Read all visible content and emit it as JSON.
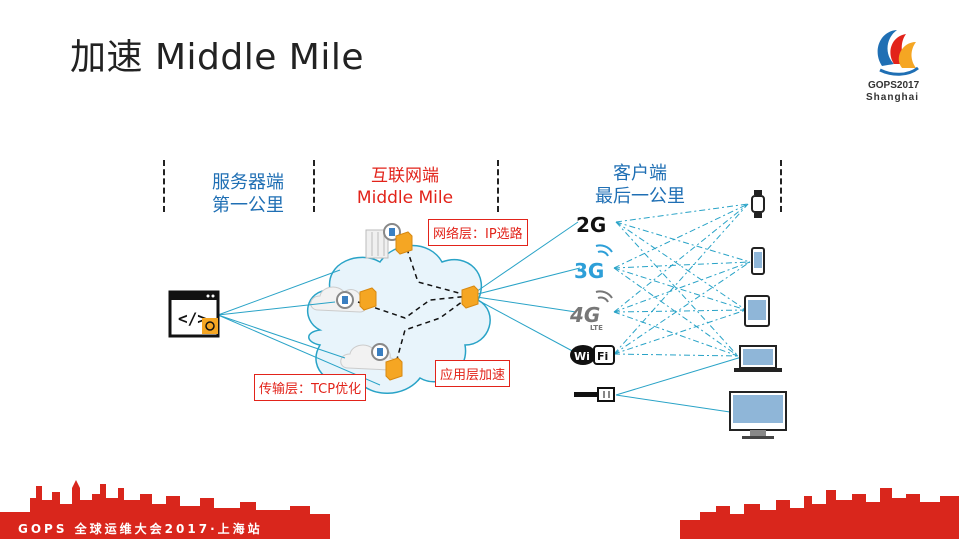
{
  "title": "加速 Middle Mile",
  "logo": {
    "line1": "GOPS2017",
    "line2": "Shanghai"
  },
  "sections": {
    "server": {
      "line1": "服务器端",
      "line2": "第一公里"
    },
    "internet": {
      "line1": "互联网端",
      "line2": "Middle Mile"
    },
    "client": {
      "line1": "客户端",
      "line2": "最后一公里"
    }
  },
  "callouts": {
    "network_layer": "网络层：IP选路",
    "app_layer": "应用层加速",
    "transport_layer": "传输层：TCP优化"
  },
  "networks": {
    "g2": "2G",
    "g3": "3G",
    "g4": "4G",
    "g4sub": "LTE",
    "wifi_a": "Wi",
    "wifi_b": "Fi"
  },
  "footer": "GOPS 全球运维大会2017·上海站",
  "colors": {
    "blue": "#1f6fb4",
    "red": "#e2231a",
    "orange": "#f5a623",
    "line": "#29a3c7",
    "footer_red": "#d9261c"
  }
}
